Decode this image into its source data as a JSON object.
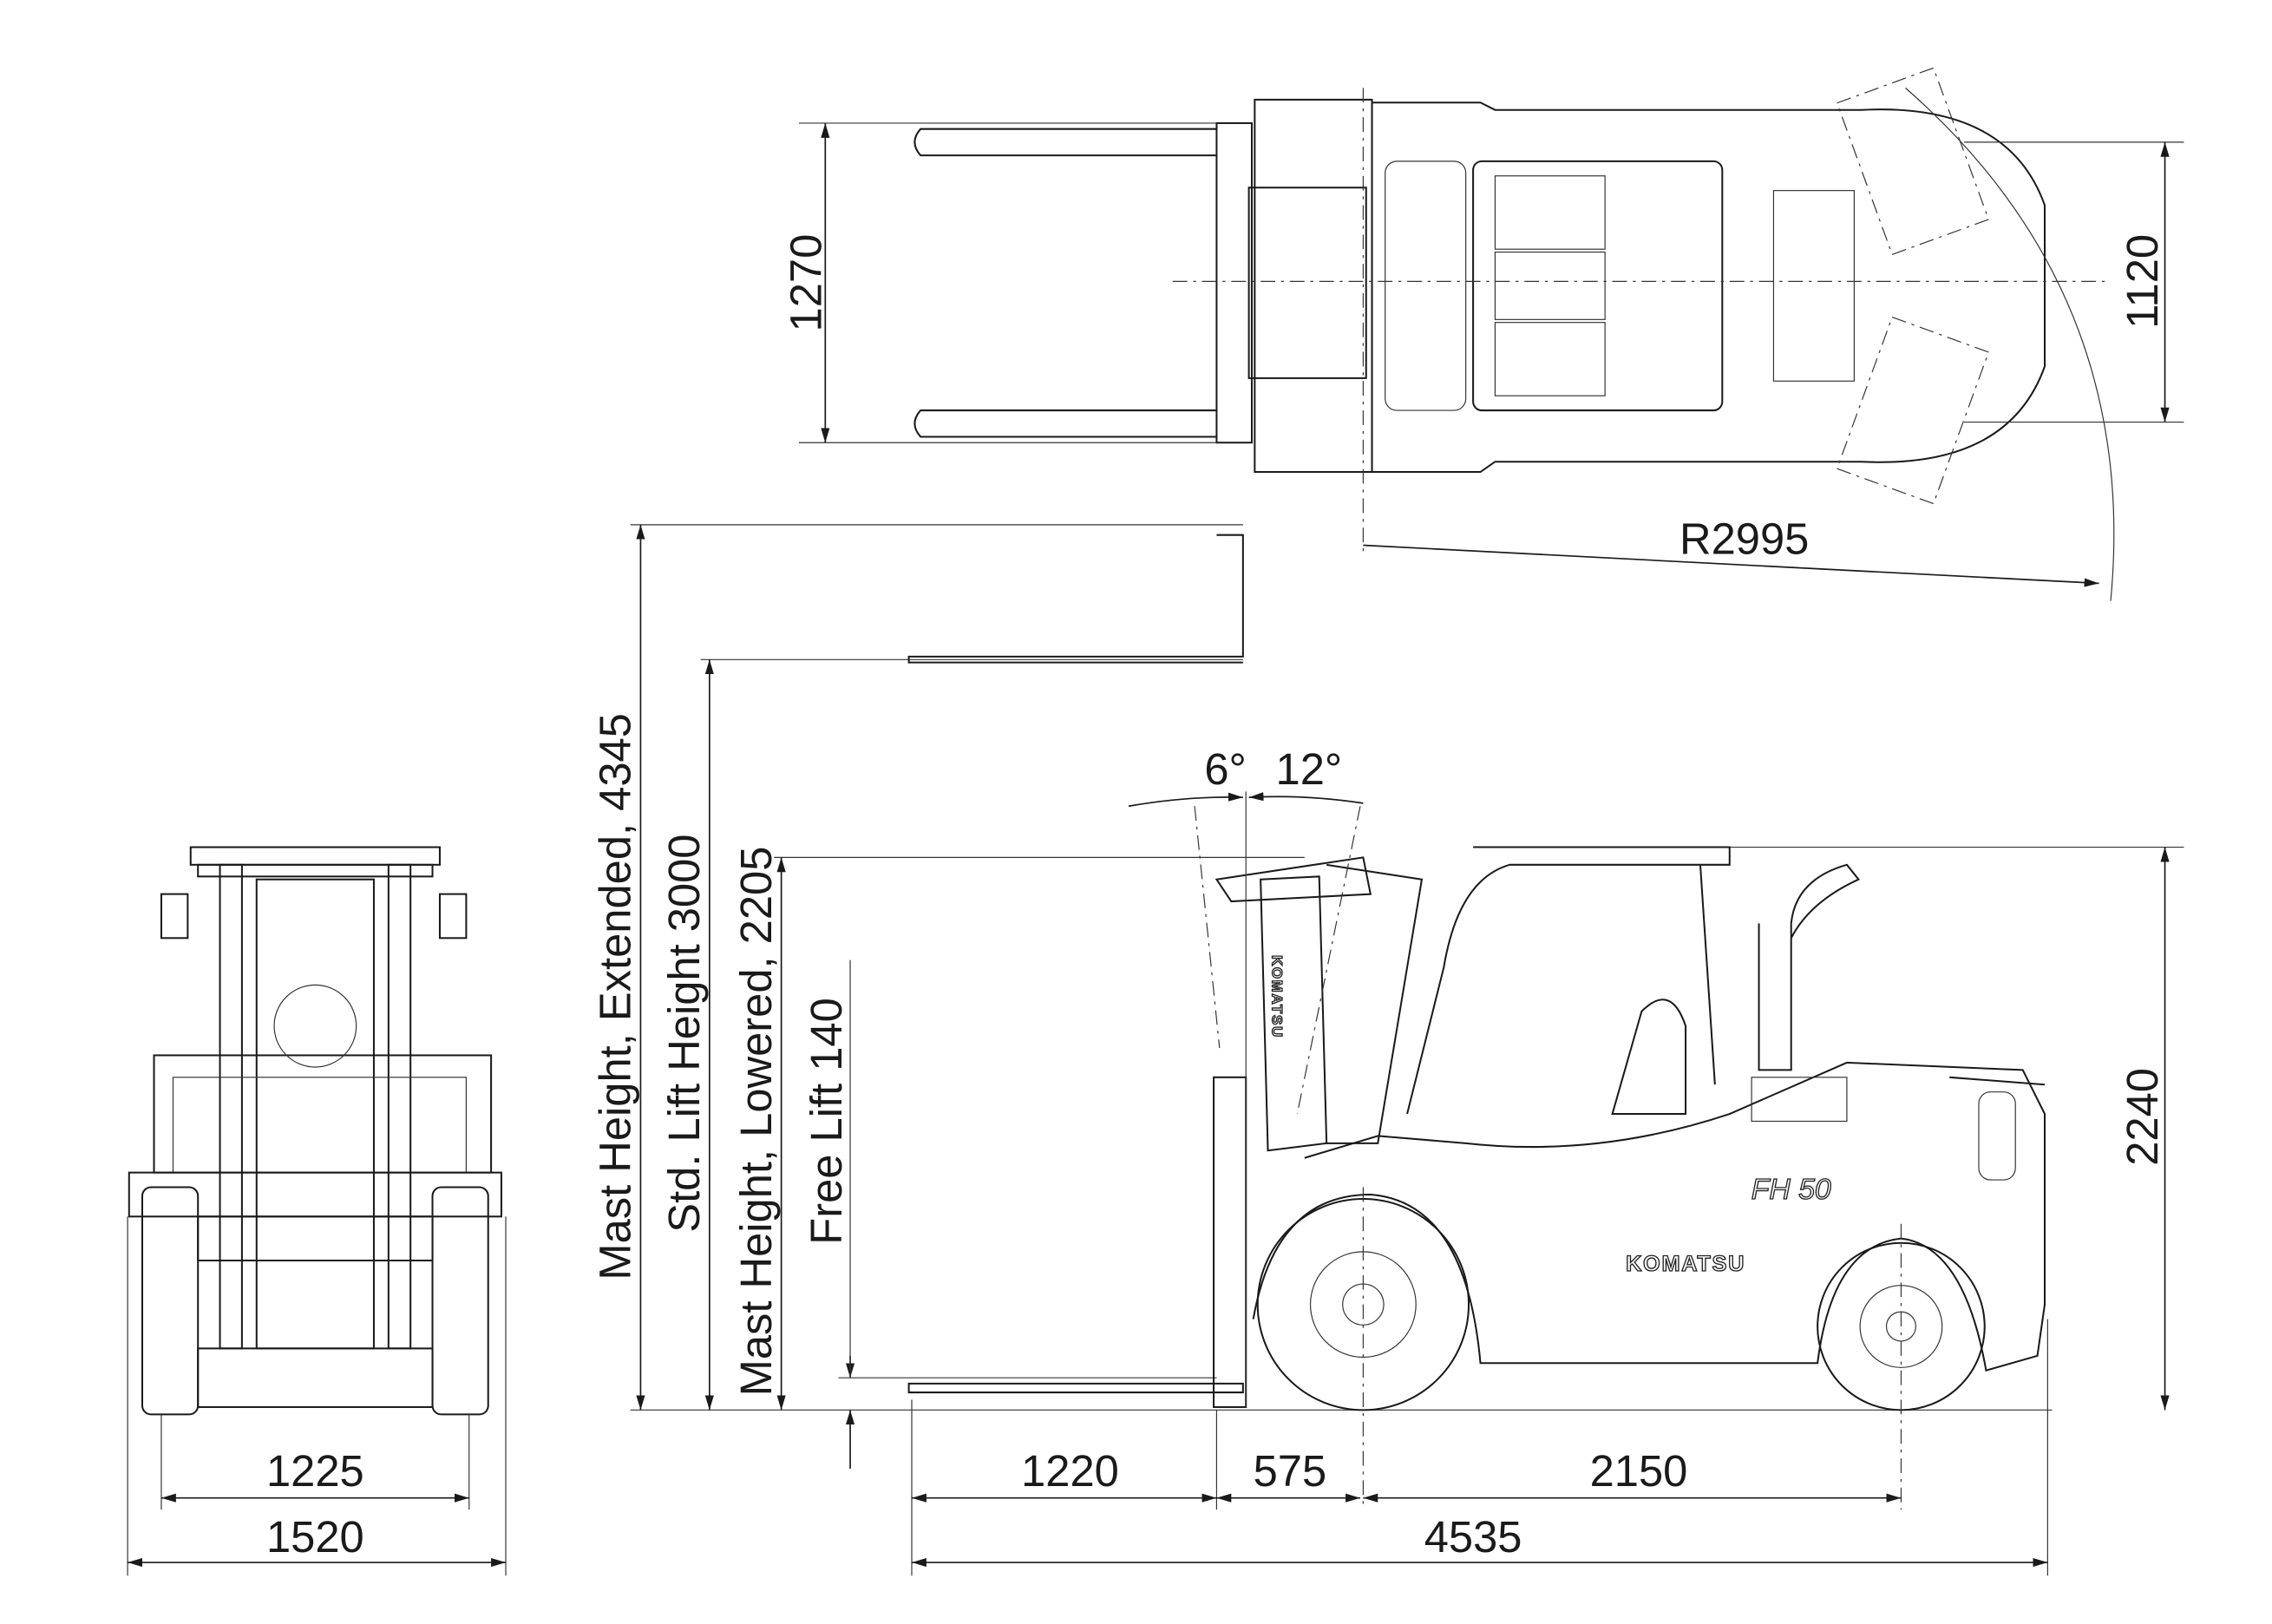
{
  "title": "Forklift dimensional drawing",
  "top_view": {
    "fork_spread": "1270",
    "rear_track": "1120",
    "turning_radius": "R2995"
  },
  "side_view": {
    "tilt_forward": "6°",
    "tilt_backward": "12°",
    "mast_height_extended": "Mast Height, Extended, 4345",
    "std_lift_height": "Std. Lift Height 3000",
    "mast_height_lowered": "Mast Height, Lowered, 2205",
    "free_lift": "Free Lift 140",
    "overhead_guard_height": "2240",
    "fork_length": "1220",
    "front_overhang": "575",
    "wheelbase": "2150",
    "overall_length": "4535",
    "brand_logo": "KOMATSU",
    "model_badge": "FH 50"
  },
  "front_view": {
    "tread": "1225",
    "overall_width": "1520"
  }
}
